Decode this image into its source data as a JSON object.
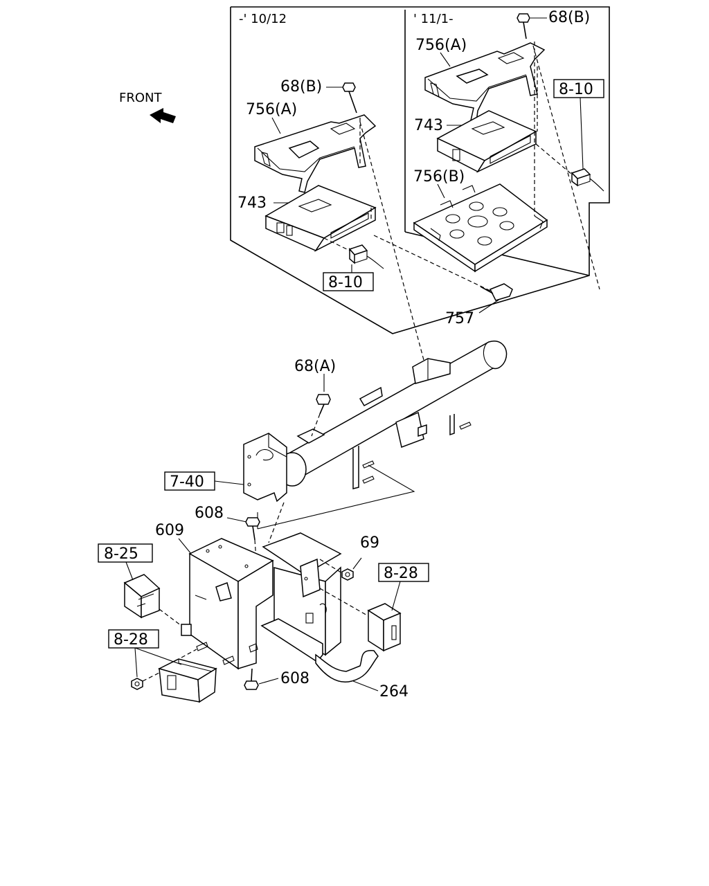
{
  "inset_left": {
    "date_label": "-' 10/12"
  },
  "inset_right": {
    "date_label": "' 11/1-"
  },
  "direction": {
    "label": "FRONT",
    "icon": "front-arrow-icon"
  },
  "callouts": {
    "c68b_left": "68(B)",
    "c756a_left": "756(A)",
    "c743_left": "743",
    "c810_left": "8-10",
    "c68b_right": "68(B)",
    "c756a_right": "756(A)",
    "c743_right": "743",
    "c756b_right": "756(B)",
    "c810_right": "8-10",
    "c757": "757",
    "c68a": "68(A)",
    "c740": "7-40",
    "c608_top": "608",
    "c609": "609",
    "c69": "69",
    "c825": "8-25",
    "c828_right": "8-28",
    "c828_left": "8-28",
    "c608_bottom": "608",
    "c264": "264"
  }
}
